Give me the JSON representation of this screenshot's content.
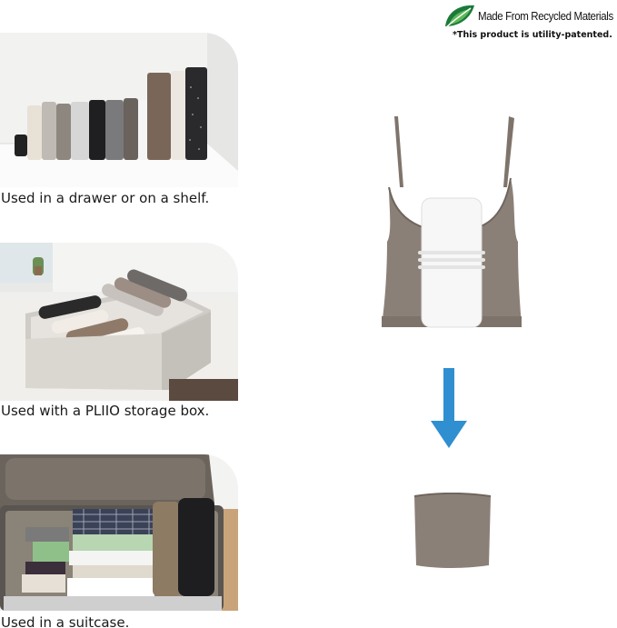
{
  "badge": {
    "title": "Made From Recycled Materials",
    "subtitle": "*This product is utility-patented.",
    "leaf_icon": "recycled-leaf-icon",
    "leaf_colors": [
      "#1b7a3a",
      "#5fb85a"
    ]
  },
  "usage_photos": [
    {
      "caption": "Used in a drawer or on a shelf."
    },
    {
      "caption": "Used with a PLIIO storage box."
    },
    {
      "caption": "Used in a suitcase."
    }
  ],
  "product_demo": {
    "garment": "tank top with folding board",
    "arrow_icon": "down-arrow-icon",
    "arrow_color": "#2f8fd0",
    "garment_color": "#8b8077"
  }
}
